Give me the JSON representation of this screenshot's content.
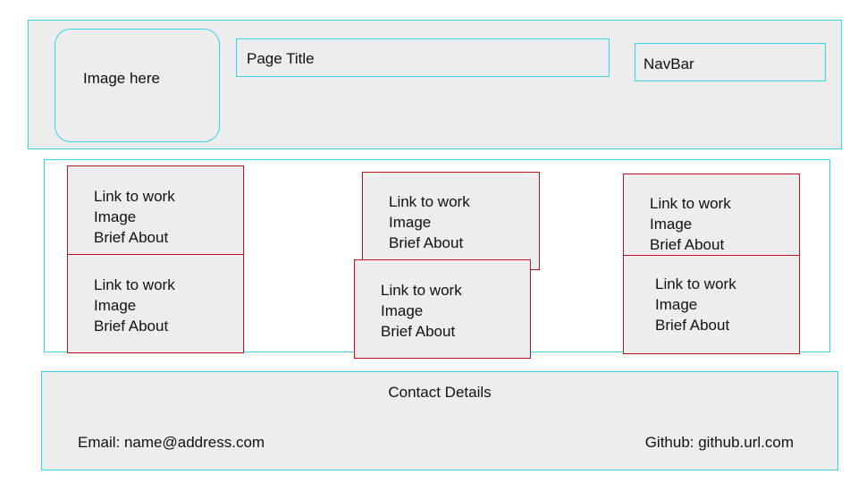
{
  "header": {
    "image_placeholder": "Image here",
    "page_title": "Page Title",
    "navbar": "NavBar"
  },
  "work_cards": [
    {
      "link": "Link to work",
      "image": "Image",
      "about": "Brief About"
    },
    {
      "link": "Link to work",
      "image": "Image",
      "about": "Brief About"
    },
    {
      "link": "Link to work",
      "image": "Image",
      "about": "Brief About"
    },
    {
      "link": "Link to work",
      "image": "Image",
      "about": "Brief About"
    },
    {
      "link": "Link to work",
      "image": "Image",
      "about": "Brief About"
    },
    {
      "link": "Link to work",
      "image": "Image",
      "about": "Brief About"
    }
  ],
  "footer": {
    "heading": "Contact Details",
    "email": "Email: name@address.com",
    "github": "Github: github.url.com"
  },
  "colors": {
    "outline": "#33d6e6",
    "card_border": "#c0121b",
    "fill": "#eeeded"
  }
}
